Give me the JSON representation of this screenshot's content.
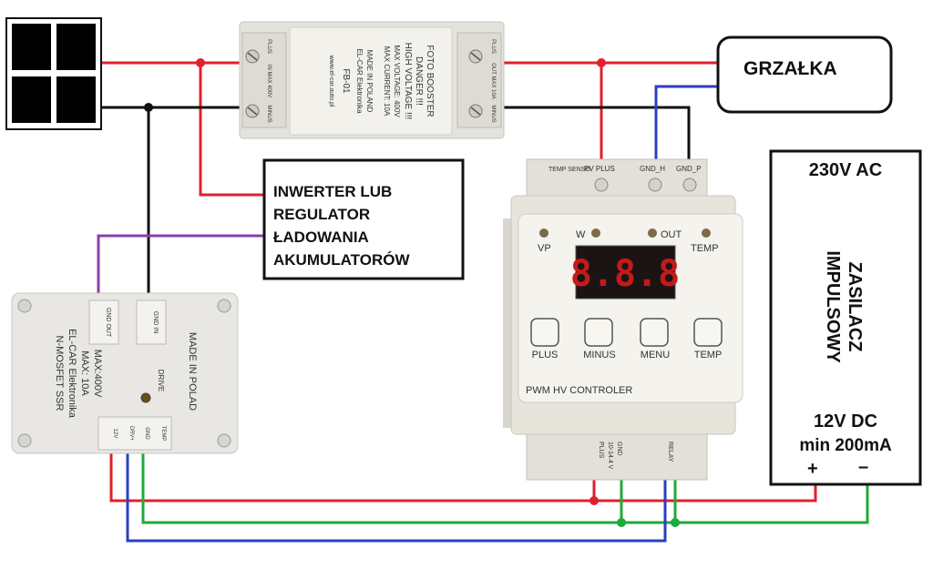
{
  "labels": {
    "heater": "GRZAŁKA",
    "inverter_line1": "INWERTER LUB",
    "inverter_line2": "REGULATOR",
    "inverter_line3": "ŁADOWANIA",
    "inverter_line4": "AKUMULATORÓW",
    "psu_ac": "230V AC",
    "psu_name_line1": "ZASILACZ",
    "psu_name_line2": "IMPULSOWY",
    "psu_dc": "12V DC",
    "psu_current": "min 200mA",
    "psu_plus": "+",
    "psu_minus": "–"
  },
  "booster": {
    "title1": "FOTO BOOSTER",
    "title2": "DANGER !!!",
    "title3": "HIGH VOLTAGE !!!",
    "spec1": "MAX VOLTAGE: 400V",
    "spec2": "MAX CURRENT: 10A",
    "origin": "MADE IN POLAND",
    "maker": "EL-CAR Elektronika",
    "model": "FB-01",
    "url": "www.el-car.auto.pl",
    "in_plus": "PLUS",
    "in_spec": "IN MAX 400V",
    "in_minus": "MINUS",
    "out_plus": "PLUS",
    "out_spec": "OUT MAX 10A",
    "out_minus": "MINUS"
  },
  "ssr": {
    "line1": "N-MOSFET SSR",
    "line2": "EL-CAR Elektronika",
    "line3": "MAX: 10A",
    "line4": "MAX:400V",
    "gnd_out": "GND OUT",
    "gnd_in": "GND IN",
    "drive": "DRIVE",
    "made": "MADE IN POLAD",
    "t_12v": "12V",
    "t_drv": "DRV+",
    "t_gnd": "GND",
    "t_temp": "TEMP"
  },
  "controller": {
    "t_temp_sensor": "TEMP SENSO",
    "t_pv_plus": "PV PLUS",
    "t_gnd_h": "GND_H",
    "t_gnd_p": "GND_P",
    "led_vp": "VP",
    "led_w": "W",
    "led_out": "OUT",
    "led_temp": "TEMP",
    "display": "8.8.8",
    "btn_plus": "PLUS",
    "btn_minus": "MINUS",
    "btn_menu": "MENU",
    "btn_temp": "TEMP",
    "name": "PWM HV CONTROLER",
    "b_gnd": "GND",
    "b_volt": "10-14.4 V",
    "b_plus": "PLUS",
    "b_relay": "RELAY"
  },
  "colors": {
    "plus_wire": "#e0202c",
    "minus_wire": "#111111",
    "blue_wire": "#2b3fbf",
    "green_wire": "#1eaa3c",
    "purple_wire": "#8a3fa8"
  }
}
